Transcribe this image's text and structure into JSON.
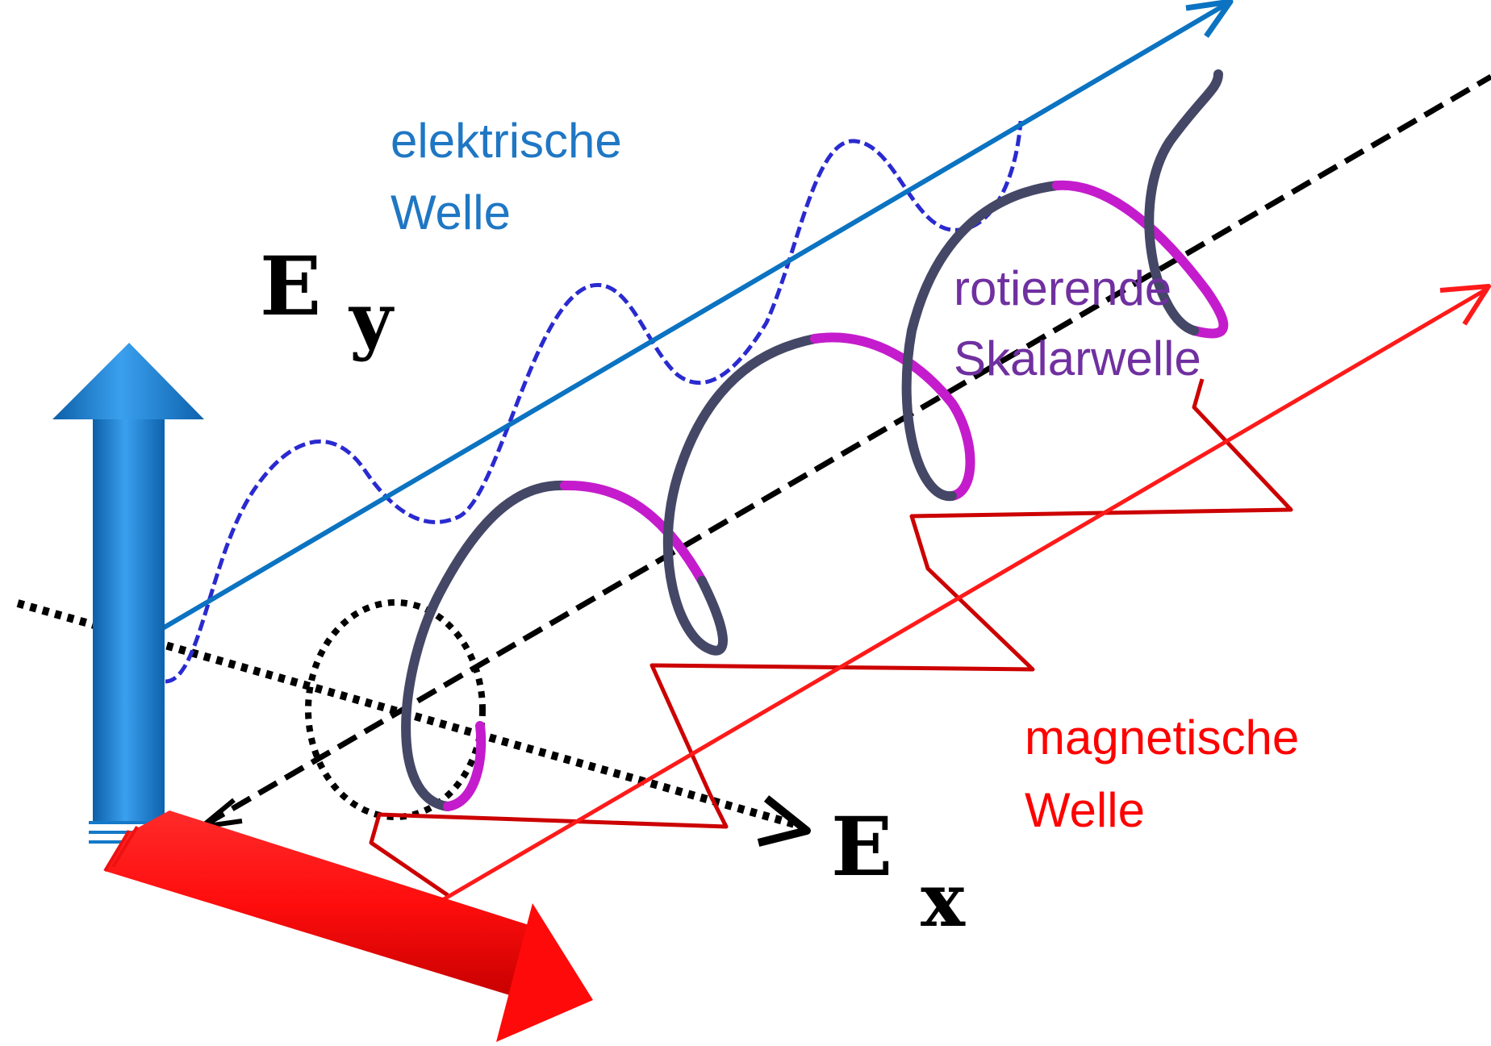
{
  "labels": {
    "electric_wave_line1": "elektrische",
    "electric_wave_line2": "Welle",
    "scalar_wave_line1": "rotierende",
    "scalar_wave_line2": "Skalarwelle",
    "magnetic_wave_line1": "magnetische",
    "magnetic_wave_line2": "Welle",
    "ey_main": "E",
    "ey_sub": "y",
    "ex_main": "E",
    "ex_sub": "x"
  },
  "colors": {
    "electric_label": "#1f77c4",
    "electric_axis": "#0b73c1",
    "electric_wave": "#2a2ad0",
    "scalar_label": "#7030a0",
    "scalar_helix_dark": "#454766",
    "scalar_helix_light": "#c41ccc",
    "magnetic_label": "#ff0000",
    "magnetic_axis": "#ff1a1a",
    "magnetic_wave": "#cc0000",
    "blue_arrow": "#1f86d6",
    "red_arrow": "#ee1111",
    "axis_black": "#000000"
  },
  "icons": {
    "ey_arrow": "up-arrow-icon",
    "ex_arrow": "right-down-arrow-icon"
  }
}
